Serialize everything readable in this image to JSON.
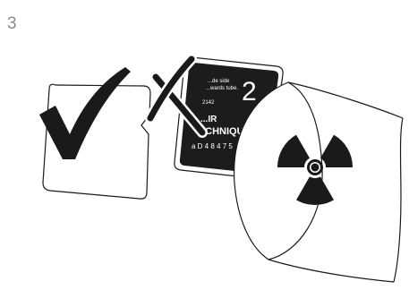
{
  "step": {
    "number": "3"
  },
  "plate": {
    "big_number": "2",
    "small_lines": [
      "...de side",
      "...wards tube.",
      "2142"
    ],
    "brand_line_1": "...IR",
    "brand_line_2": "...CHNIQUES",
    "code": "a  D 4 8 4 7 5",
    "colors": {
      "face": "#1c1c1c",
      "frame": "#ffffff",
      "text": "#ffffff"
    }
  },
  "icons": {
    "check": "checkmark-icon",
    "cross": "cross-icon",
    "radiation": "radiation-trefoil-icon"
  },
  "colors": {
    "line": "#1a1a1a",
    "step_number": "#8a8a8a",
    "background": "#ffffff"
  }
}
